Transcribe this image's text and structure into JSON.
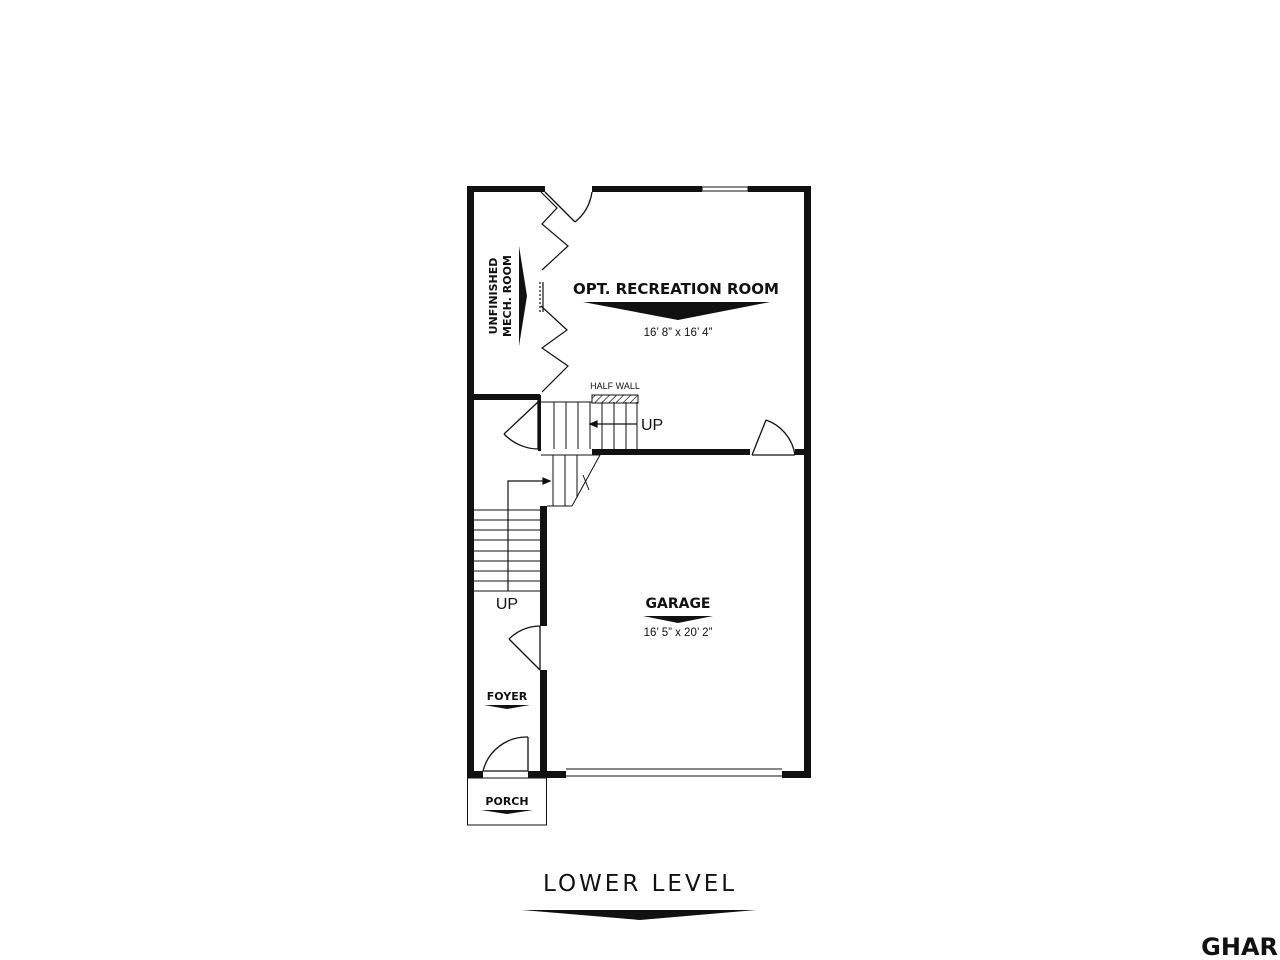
{
  "rooms": {
    "recreation": {
      "name": "OPT. RECREATION ROOM",
      "dims": "16’ 8” x 16’ 4”"
    },
    "mech": {
      "line1": "UNFINISHED",
      "line2": "MECH. ROOM"
    },
    "garage": {
      "name": "GARAGE",
      "dims": "16’ 5” x 20’ 2”"
    },
    "foyer": {
      "name": "FOYER"
    },
    "porch": {
      "name": "PORCH"
    }
  },
  "annotations": {
    "half_wall": "HALF WALL",
    "stair_up_upper": "UP",
    "stair_up_lower": "UP"
  },
  "level_title": "LOWER LEVEL",
  "brand": "GHAR"
}
